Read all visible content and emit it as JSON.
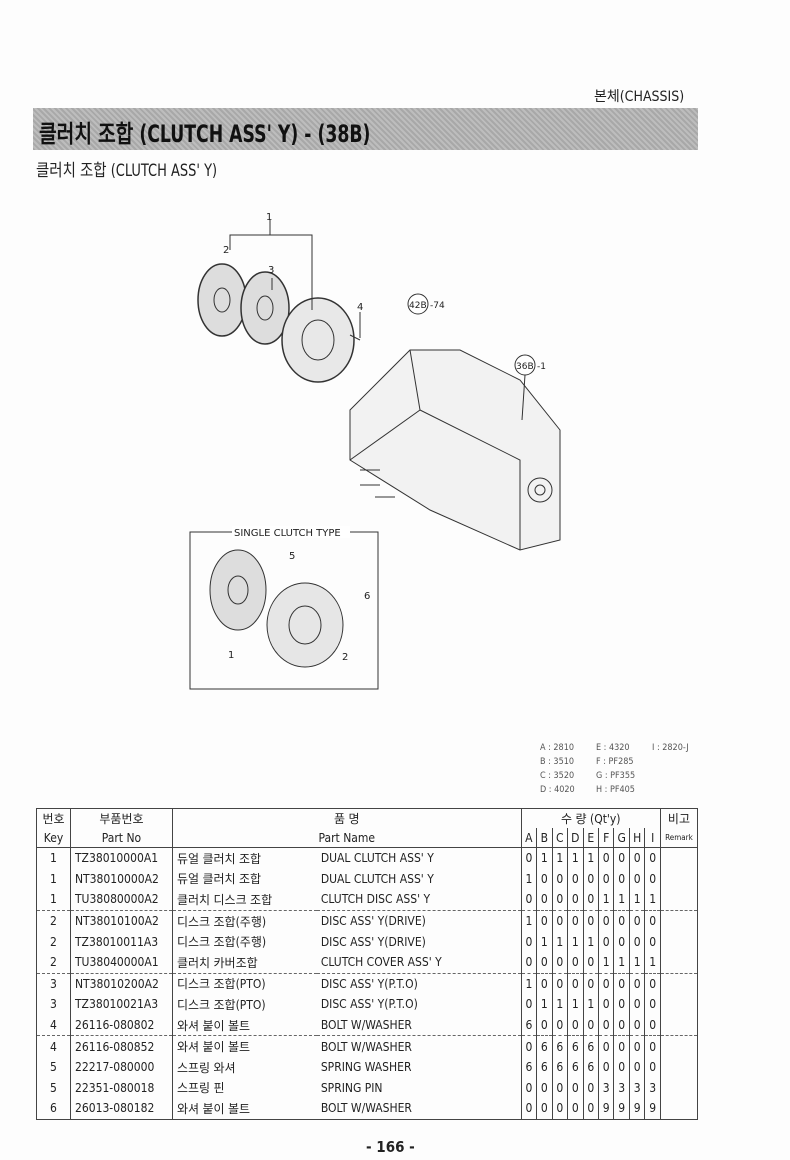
{
  "section": "본체(CHASSIS)",
  "title": "클러치 조합 (CLUTCH ASS' Y) - (38B)",
  "subtitle": "클러치 조합 (CLUTCH ASS' Y)",
  "diagram": {
    "callouts": [
      "1",
      "2",
      "3",
      "4",
      "5",
      "6",
      "1",
      "2"
    ],
    "refs": [
      "42B",
      "-74",
      "36B",
      "-1"
    ],
    "inset_label": "SINGLE CLUTCH TYPE"
  },
  "models": [
    "A : 2810",
    "B : 3510",
    "C : 3520",
    "D : 4020",
    "E : 4320",
    "F : PF285",
    "G : PF355",
    "H : PF405",
    "I : 2820-J"
  ],
  "table": {
    "headers": {
      "key_kr": "번호",
      "key_en": "Key",
      "partno_kr": "부품번호",
      "partno_en": "Part No",
      "name_kr": "품        명",
      "name_en": "Part Name",
      "qty": "수 량 (Qt'y)",
      "remark_kr": "비고",
      "remark_en": "Remark",
      "cols": [
        "A",
        "B",
        "C",
        "D",
        "E",
        "F",
        "G",
        "H",
        "I"
      ]
    },
    "rows": [
      {
        "key": "1",
        "part": "TZ38010000A1",
        "kr": "듀얼 클러치 조합",
        "en": "DUAL CLUTCH  ASS' Y",
        "q": [
          "0",
          "1",
          "1",
          "1",
          "1",
          "0",
          "0",
          "0",
          "0"
        ]
      },
      {
        "key": "1",
        "part": "NT38010000A2",
        "kr": "듀얼 클러치 조합",
        "en": "DUAL CLUTCH ASS' Y",
        "q": [
          "1",
          "0",
          "0",
          "0",
          "0",
          "0",
          "0",
          "0",
          "0"
        ]
      },
      {
        "key": "1",
        "part": "TU38080000A2",
        "kr": "클러치 디스크 조합",
        "en": "CLUTCH DISC ASS' Y",
        "q": [
          "0",
          "0",
          "0",
          "0",
          "0",
          "1",
          "1",
          "1",
          "1"
        ]
      },
      {
        "key": "2",
        "part": "NT38010100A2",
        "kr": "디스크 조합(주행)",
        "en": "DISC ASS' Y(DRIVE)",
        "q": [
          "1",
          "0",
          "0",
          "0",
          "0",
          "0",
          "0",
          "0",
          "0"
        ]
      },
      {
        "key": "2",
        "part": "TZ38010011A3",
        "kr": "디스크 조합(주행)",
        "en": "DISC ASS' Y(DRIVE)",
        "q": [
          "0",
          "1",
          "1",
          "1",
          "1",
          "0",
          "0",
          "0",
          "0"
        ]
      },
      {
        "key": "2",
        "part": "TU38040000A1",
        "kr": "클러치 카버조합",
        "en": "CLUTCH COVER ASS' Y",
        "q": [
          "0",
          "0",
          "0",
          "0",
          "0",
          "1",
          "1",
          "1",
          "1"
        ]
      },
      {
        "key": "3",
        "part": "NT38010200A2",
        "kr": "디스크 조합(PTO)",
        "en": "DISC ASS' Y(P.T.O)",
        "q": [
          "1",
          "0",
          "0",
          "0",
          "0",
          "0",
          "0",
          "0",
          "0"
        ]
      },
      {
        "key": "3",
        "part": "TZ38010021A3",
        "kr": "디스크 조합(PTO)",
        "en": "DISC ASS' Y(P.T.O)",
        "q": [
          "0",
          "1",
          "1",
          "1",
          "1",
          "0",
          "0",
          "0",
          "0"
        ]
      },
      {
        "key": "4",
        "part": "26116-080802",
        "kr": "와셔 붙이 볼트",
        "en": "BOLT  W/WASHER",
        "q": [
          "6",
          "0",
          "0",
          "0",
          "0",
          "0",
          "0",
          "0",
          "0"
        ]
      },
      {
        "key": "4",
        "part": "26116-080852",
        "kr": "와셔 붙이 볼트",
        "en": "BOLT  W/WASHER",
        "q": [
          "0",
          "6",
          "6",
          "6",
          "6",
          "0",
          "0",
          "0",
          "0"
        ]
      },
      {
        "key": "5",
        "part": "22217-080000",
        "kr": "스프링 와셔",
        "en": "SPRING WASHER",
        "q": [
          "6",
          "6",
          "6",
          "6",
          "6",
          "0",
          "0",
          "0",
          "0"
        ]
      },
      {
        "key": "5",
        "part": "22351-080018",
        "kr": "스프링 핀",
        "en": "SPRING PIN",
        "q": [
          "0",
          "0",
          "0",
          "0",
          "0",
          "3",
          "3",
          "3",
          "3"
        ]
      },
      {
        "key": "6",
        "part": "26013-080182",
        "kr": "와셔 붙이 볼트",
        "en": "BOLT  W/WASHER",
        "q": [
          "0",
          "0",
          "0",
          "0",
          "0",
          "9",
          "9",
          "9",
          "9"
        ]
      }
    ]
  },
  "page_number": "- 166 -"
}
